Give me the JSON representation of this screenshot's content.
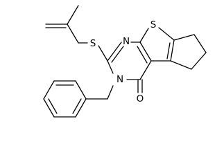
{
  "diagram": {
    "atoms": {
      "S_thioether": "S",
      "S_thiophene": "S",
      "N_ring_top": "N",
      "N_ring_bottom": "N",
      "O_carbonyl": "O"
    },
    "colors": {
      "bond": "#000000",
      "label": "#000000",
      "background": "#ffffff"
    }
  }
}
